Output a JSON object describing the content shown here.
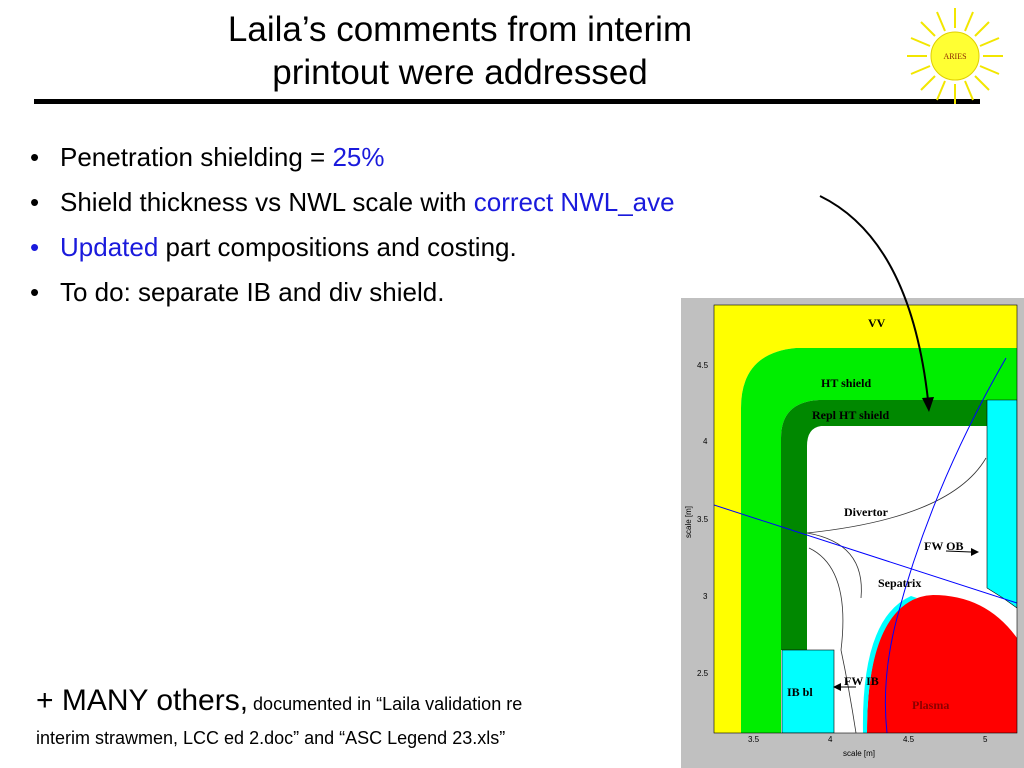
{
  "slide": {
    "title_line1": "Laila’s comments from interim",
    "title_line2": "printout were addressed",
    "logo_text": "ARIES",
    "bullets": [
      {
        "text": "Penetration shielding = ",
        "highlight": "25%"
      },
      {
        "text": "Shield thickness vs NWL scale with ",
        "highlight": "correct NWL_ave"
      },
      {
        "highlight": "Updated",
        "text": " part compositions and costing."
      },
      {
        "text": "To do: separate IB and div shield."
      }
    ],
    "bullet_symbol": "•",
    "footnote": {
      "big": "+ MANY others,",
      "small_line1": " documented in “Laila validation re",
      "line2": "interim strawmen, LCC ed 2.doc” and “ASC Legend 23.xls”"
    }
  },
  "figure": {
    "region_labels": {
      "vv": "VV",
      "ht_shield": "HT shield",
      "repl_ht_shield": "Repl HT shield",
      "divertor": "Divertor",
      "fw_ob": "FW OB",
      "sepatrix": "Sepatrix",
      "fw_ib": "FW IB",
      "ib_bl": "IB bl",
      "plasma": "Plasma"
    },
    "y_axis_label": "scale [m]",
    "x_axis_label": "scale [m]",
    "y_ticks": [
      "4.5",
      "4",
      "3.5",
      "3",
      "2.5"
    ],
    "x_ticks": [
      "3.5",
      "4",
      "4.5",
      "5"
    ]
  },
  "colors": {
    "vv": "#ffff00",
    "ht_shield": "#00ee00",
    "repl_ht_shield": "#008800",
    "fw": "#00ffff",
    "plasma": "#ff0000",
    "panel": "#c0c0c0",
    "blue_text": "#1a1adc",
    "line": "#0000ff"
  }
}
